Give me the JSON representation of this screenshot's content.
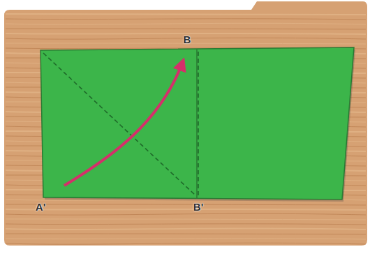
{
  "diagram": {
    "labels": [
      "B",
      "A'",
      "B'"
    ]
  }
}
